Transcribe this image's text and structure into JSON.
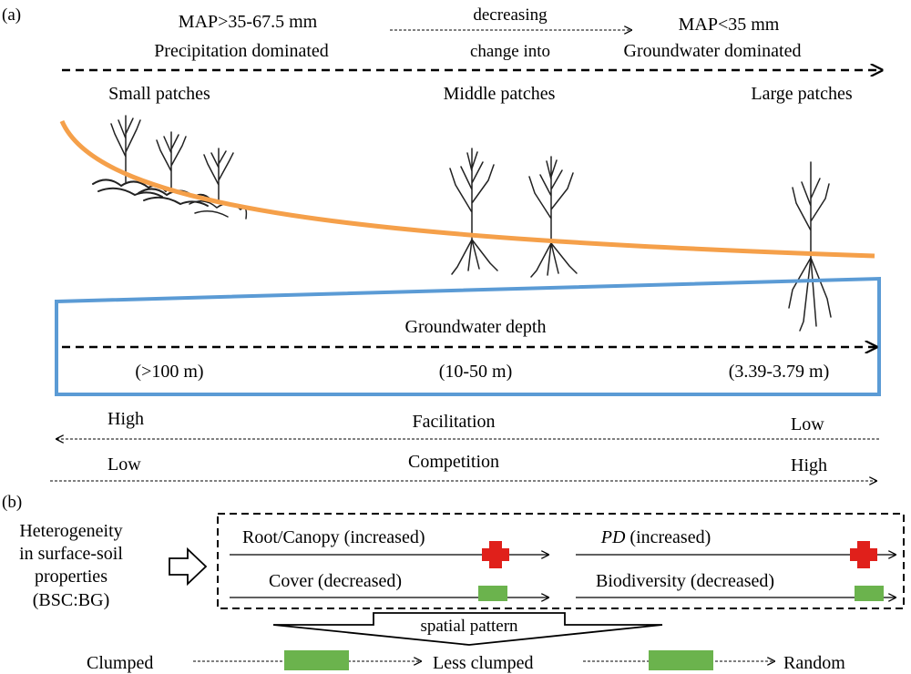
{
  "panel_a": {
    "label": "(a)",
    "left_top_1": "MAP>35-67.5 mm",
    "left_top_2": "Precipitation dominated",
    "mid_top_1": "decreasing",
    "mid_top_2": "change into",
    "right_top_1": "MAP<35 mm",
    "right_top_2": "Groundwater dominated",
    "patches": [
      "Small patches",
      "Middle patches",
      "Large patches"
    ],
    "groundwater_label": "Groundwater depth",
    "depths": [
      "(>100 m)",
      "(10-50 m)",
      "(3.39-3.79 m)"
    ],
    "facilitation": {
      "label": "Facilitation",
      "left": "High",
      "right": "Low"
    },
    "competition": {
      "label": "Competition",
      "left": "Low",
      "right": "High"
    }
  },
  "panel_b": {
    "label": "(b)",
    "hetero_lines": [
      "Heterogeneity",
      "in surface-soil",
      "properties",
      "(BSC:BG)"
    ],
    "root_canopy": "Root/Canopy (increased)",
    "cover": "Cover (decreased)",
    "pd_italic": "PD",
    "pd_rest": " (increased)",
    "biodiversity": "Biodiversity (decreased)",
    "spatial_pattern": "spatial pattern",
    "pattern_steps": [
      "Clumped",
      "Less clumped",
      "Random"
    ]
  },
  "colors": {
    "curve": "#F5A04A",
    "box": "#5B9BD5",
    "plus": "#E0201B",
    "minus": "#6BB34D"
  }
}
